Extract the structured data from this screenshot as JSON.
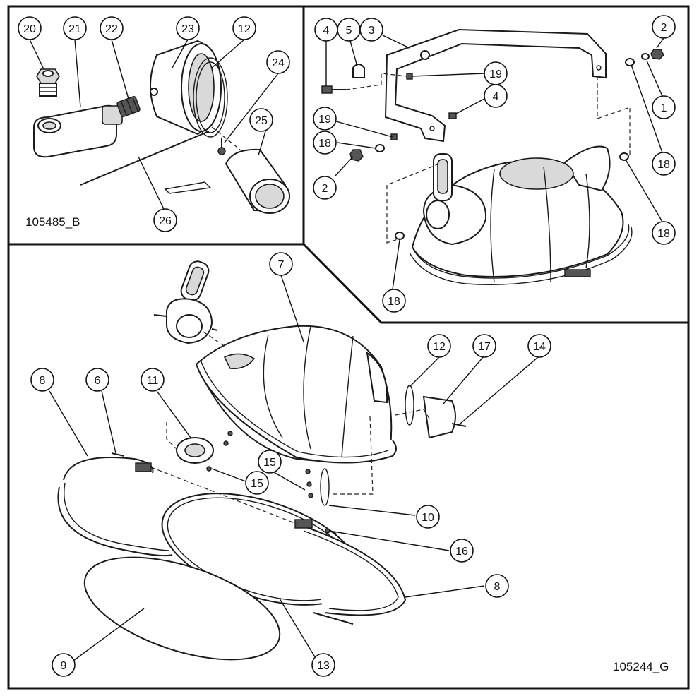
{
  "drawing_numbers": {
    "detail_top_left": "105485_B",
    "main": "105244_G"
  },
  "callouts": [
    {
      "id": "c20",
      "label": "20"
    },
    {
      "id": "c21",
      "label": "21"
    },
    {
      "id": "c22",
      "label": "22"
    },
    {
      "id": "c23",
      "label": "23"
    },
    {
      "id": "c12a",
      "label": "12"
    },
    {
      "id": "c24",
      "label": "24"
    },
    {
      "id": "c25",
      "label": "25"
    },
    {
      "id": "c26",
      "label": "26"
    },
    {
      "id": "c4a",
      "label": "4"
    },
    {
      "id": "c5",
      "label": "5"
    },
    {
      "id": "c3",
      "label": "3"
    },
    {
      "id": "c2a",
      "label": "2"
    },
    {
      "id": "c19a",
      "label": "19"
    },
    {
      "id": "c1",
      "label": "1"
    },
    {
      "id": "c4b",
      "label": "4"
    },
    {
      "id": "c19b",
      "label": "19"
    },
    {
      "id": "c18a",
      "label": "18"
    },
    {
      "id": "c18b",
      "label": "18"
    },
    {
      "id": "c2b",
      "label": "2"
    },
    {
      "id": "c18c",
      "label": "18"
    },
    {
      "id": "c18d",
      "label": "18"
    },
    {
      "id": "c7",
      "label": "7"
    },
    {
      "id": "c12b",
      "label": "12"
    },
    {
      "id": "c17",
      "label": "17"
    },
    {
      "id": "c14",
      "label": "14"
    },
    {
      "id": "c8a",
      "label": "8"
    },
    {
      "id": "c6",
      "label": "6"
    },
    {
      "id": "c11",
      "label": "11"
    },
    {
      "id": "c15a",
      "label": "15"
    },
    {
      "id": "c15b",
      "label": "15"
    },
    {
      "id": "c10",
      "label": "10"
    },
    {
      "id": "c16",
      "label": "16"
    },
    {
      "id": "c8b",
      "label": "8"
    },
    {
      "id": "c9",
      "label": "9"
    },
    {
      "id": "c13",
      "label": "13"
    }
  ]
}
